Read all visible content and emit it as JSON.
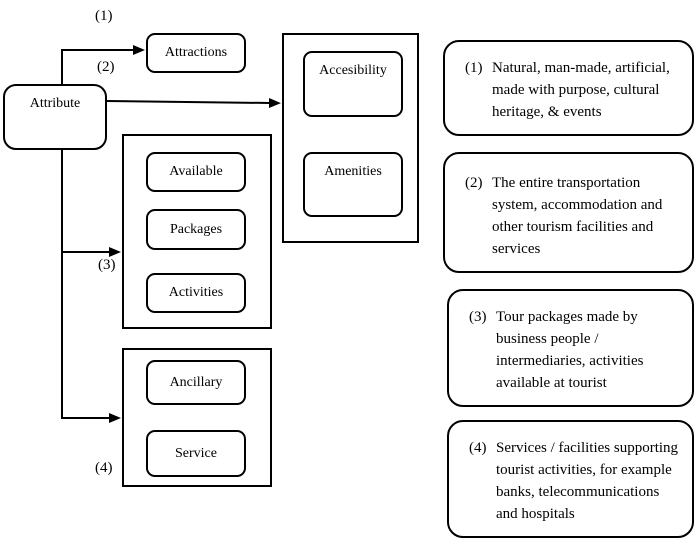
{
  "diagram": {
    "attribute_label": "Attribute",
    "nodes": {
      "attractions": "Attractions",
      "accessibility": "Accesibility",
      "amenities": "Amenities",
      "available": "Available",
      "packages": "Packages",
      "activities": "Activities",
      "ancillary": "Ancillary",
      "service": "Service"
    },
    "branch_labels": {
      "label1": "(1)",
      "label2": "(2)",
      "label3": "(3)",
      "label4": "(4)"
    }
  },
  "annotations": [
    {
      "number": "(1)",
      "text": "Natural, man-made, artificial,\nmade with purpose, cultural\nheritage, & events"
    },
    {
      "number": "(2)",
      "text": "The entire transportation\nsystem, accommodation and\nother tourism facilities and\nservices"
    },
    {
      "number": "(3)",
      "text": "Tour packages made by\nbusiness people /\nintermediaries, activities\navailable at tourist"
    },
    {
      "number": "(4)",
      "text": "Services / facilities supporting\ntourist activities, for example\nbanks, telecommunications\nand hospitals"
    }
  ],
  "colors": {
    "stroke": "#000000",
    "background": "#ffffff"
  }
}
